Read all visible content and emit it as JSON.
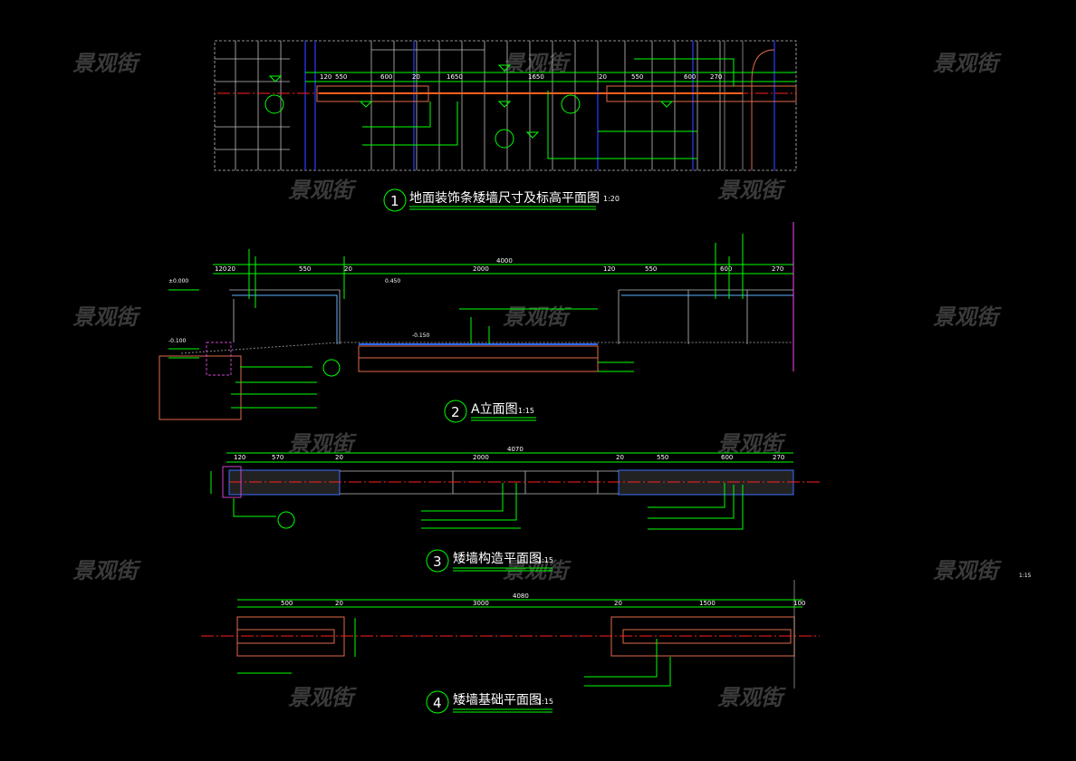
{
  "watermark": "景观街",
  "drawings": [
    {
      "number": "1",
      "title": "地面装饰条矮墙尺寸及标高平面图",
      "scale": "1:20",
      "dims": [
        "120",
        "550",
        "600",
        "20",
        "1650",
        "1650",
        "20",
        "550",
        "600",
        "270"
      ]
    },
    {
      "number": "2",
      "title": "A立面图",
      "scale": "1:15",
      "total": "4000",
      "dims": [
        "120",
        "20",
        "550",
        "20",
        "2000",
        "120",
        "550",
        "600",
        "270"
      ],
      "levels": [
        "±0.000",
        "-0.100",
        "-0.150",
        "0.450"
      ]
    },
    {
      "number": "3",
      "title": "矮墙构造平面图",
      "scale": "1:15",
      "total": "4070",
      "dims": [
        "120",
        "570",
        "20",
        "2000",
        "20",
        "550",
        "600",
        "270"
      ]
    },
    {
      "number": "4",
      "title": "矮墙基础平面图",
      "scale": "1:15",
      "total": "4080",
      "dims": [
        "500",
        "20",
        "3000",
        "20",
        "1500",
        "100"
      ]
    }
  ],
  "side_note": {
    "scale": "1:15"
  }
}
